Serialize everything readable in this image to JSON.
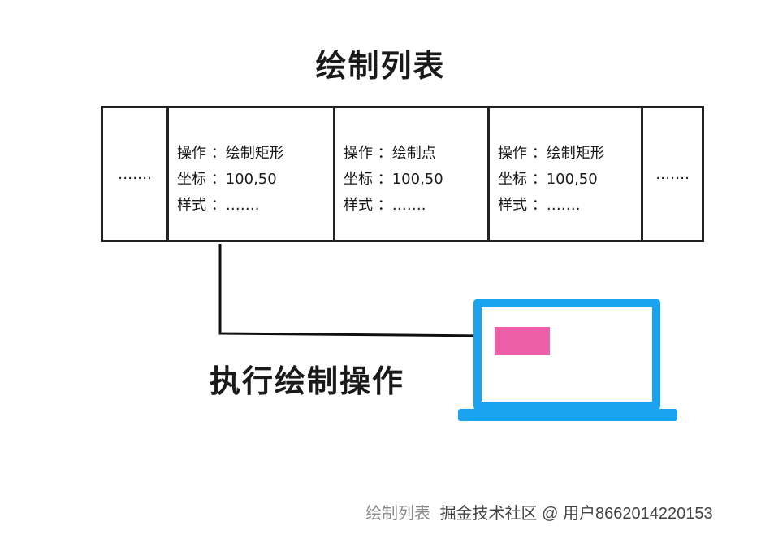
{
  "title": "绘制列表",
  "cells": [
    {
      "text": "……."
    },
    {
      "lines": [
        "操作 ：绘制矩形",
        "坐标 ：100,50",
        "样式 ：……."
      ]
    },
    {
      "lines": [
        "操作 ：绘制点",
        "坐标 ：100,50",
        "样式 ：……."
      ]
    },
    {
      "lines": [
        "操作 ：绘制矩形",
        "坐标 ：100,50",
        "样式 ：……."
      ]
    },
    {
      "text": "……."
    }
  ],
  "action_label": "执行绘制操作",
  "colors": {
    "laptop": "#1aa3f0",
    "drawn_rect": "#ed5fa9"
  },
  "watermark": {
    "title": "绘制列表",
    "credit": "掘金技术社区 @ 用户8662014220153"
  }
}
